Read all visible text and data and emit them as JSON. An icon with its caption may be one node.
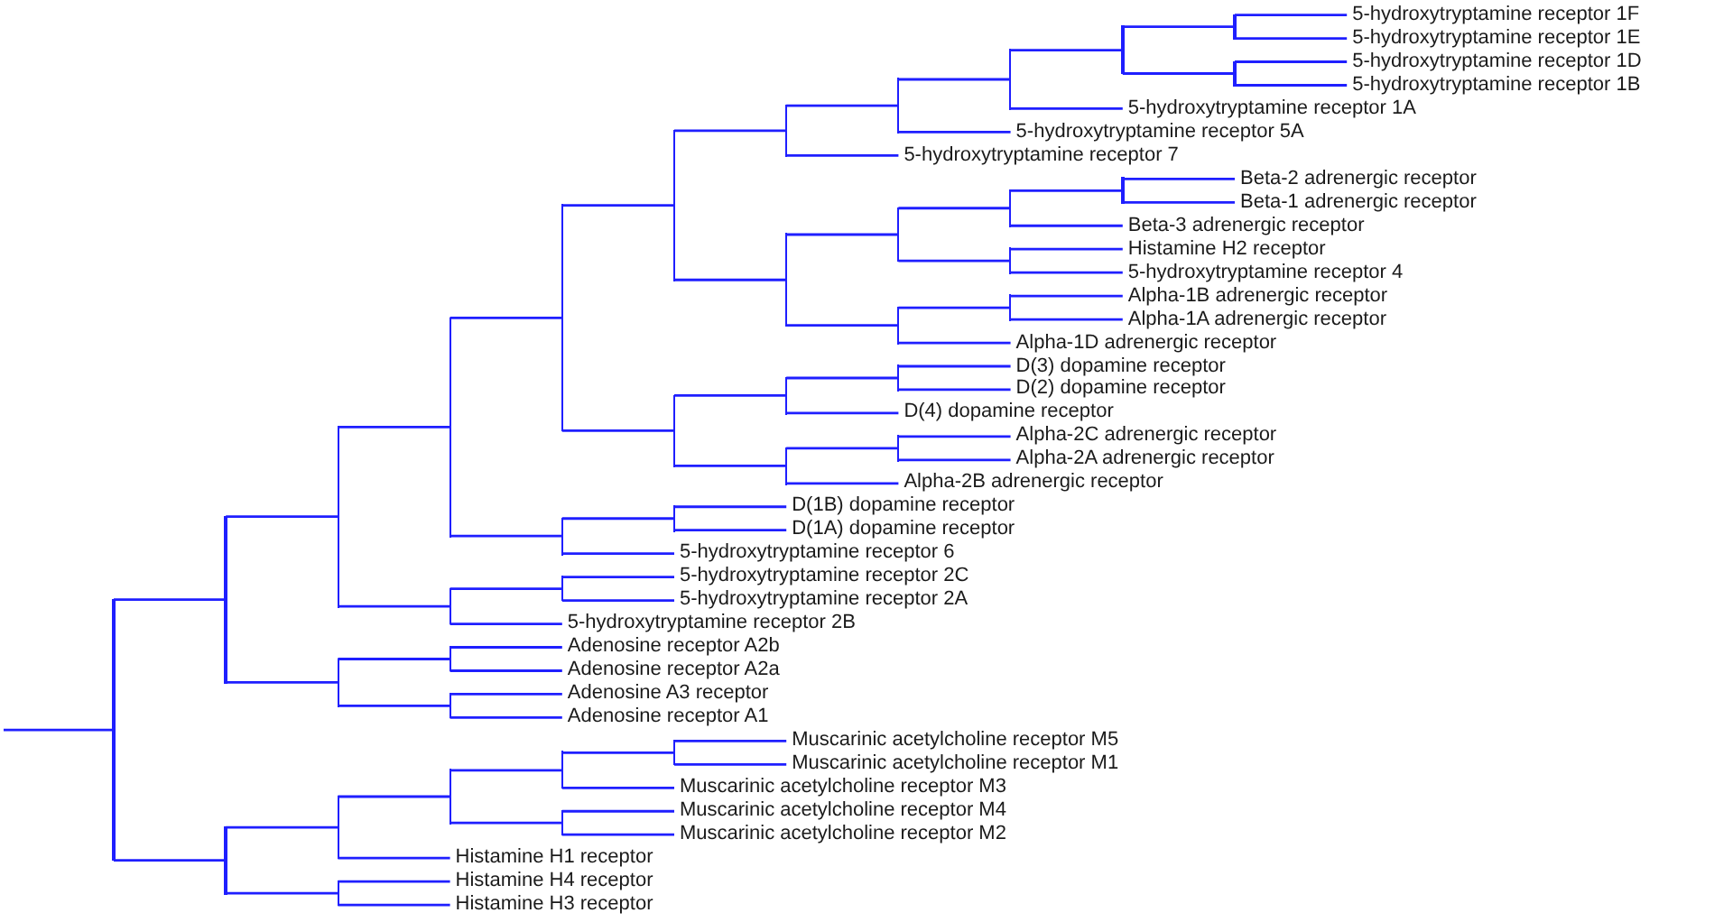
{
  "diagram": {
    "nodes": [
      {
        "text": [
          "5-hydroxytryptamine receptor 1F"
        ]
      },
      {
        "text": [
          "5-hydroxytryptamine receptor 1E"
        ]
      },
      {
        "text": [
          "5-hydroxytryptamine receptor 1D"
        ]
      },
      {
        "text": [
          "5-hydroxytryptamine receptor 1B"
        ]
      },
      {
        "text": [
          "5-hydroxytryptamine receptor 1A"
        ]
      },
      {
        "text": [
          "5-hydroxytryptamine receptor 5A"
        ]
      },
      {
        "text": [
          "5-hydroxytryptamine receptor 7"
        ]
      },
      {
        "text": [
          "Beta-2 adrenergic receptor"
        ]
      },
      {
        "text": [
          "Beta-1 adrenergic receptor"
        ]
      },
      {
        "text": [
          "Beta-3 adrenergic receptor"
        ]
      },
      {
        "text": [
          "Histamine H2 receptor"
        ]
      },
      {
        "text": [
          "5-hydroxytryptamine receptor 4"
        ]
      },
      {
        "text": [
          "Alpha-1B adrenergic receptor"
        ]
      },
      {
        "text": [
          "Alpha-1A adrenergic receptor"
        ]
      },
      {
        "text": [
          "Alpha-1D adrenergic receptor"
        ]
      },
      {
        "text": [
          "D(3) dopamine receptor"
        ]
      },
      {
        "text": [
          "D(2) dopamine receptor"
        ]
      },
      {
        "text": [
          "D(4) dopamine receptor"
        ]
      },
      {
        "text": [
          "Alpha-2C adrenergic receptor"
        ]
      },
      {
        "text": [
          "Alpha-2A adrenergic receptor"
        ]
      },
      {
        "text": [
          "Alpha-2B adrenergic receptor"
        ]
      },
      {
        "text": [
          "D(1B) dopamine receptor"
        ]
      },
      {
        "text": [
          "D(1A) dopamine receptor"
        ]
      },
      {
        "text": [
          "5-hydroxytryptamine receptor 6"
        ]
      },
      {
        "text": [
          "5-hydroxytryptamine receptor 2C"
        ]
      },
      {
        "text": [
          "5-hydroxytryptamine receptor 2A"
        ]
      },
      {
        "text": [
          "5-hydroxytryptamine receptor 2B"
        ]
      },
      {
        "text": [
          "Adenosine receptor A2b"
        ]
      },
      {
        "text": [
          "Adenosine receptor A2a"
        ]
      },
      {
        "text": [
          "Adenosine A3 receptor"
        ]
      },
      {
        "text": [
          "Adenosine receptor A1"
        ]
      },
      {
        "text": [
          "Muscarinic acetylcholine receptor M5"
        ]
      },
      {
        "text": [
          "Muscarinic acetylcholine receptor M1"
        ]
      },
      {
        "text": [
          "Muscarinic acetylcholine receptor M3"
        ]
      },
      {
        "text": [
          "Muscarinic acetylcholine receptor M4"
        ]
      },
      {
        "text": [
          "Muscarinic acetylcholine receptor M2"
        ]
      },
      {
        "text": [
          "Histamine H1 receptor"
        ]
      },
      {
        "text": [
          "Histamine H4 receptor"
        ]
      },
      {
        "text": [
          "Histamine H3 receptor"
        ]
      },
      {
        "text": [],
        "shape": "bar"
      },
      {
        "text": [],
        "shape": "bar"
      },
      {
        "text": [],
        "shape": "bar"
      },
      {
        "text": [],
        "shape": "bar"
      },
      {
        "text": [],
        "shape": "bar"
      },
      {
        "text": [],
        "shape": "bar"
      },
      {
        "text": [],
        "shape": "bar"
      },
      {
        "text": [],
        "shape": "bar"
      },
      {
        "text": [],
        "shape": "bar"
      },
      {
        "text": [],
        "shape": "bar"
      },
      {
        "text": [],
        "shape": "bar"
      },
      {
        "text": [],
        "shape": "bar"
      },
      {
        "text": [],
        "shape": "bar"
      },
      {
        "text": [],
        "shape": "bar"
      },
      {
        "text": [],
        "shape": "bar"
      },
      {
        "text": [],
        "shape": "bar"
      },
      {
        "text": [],
        "shape": "bar"
      },
      {
        "text": [],
        "shape": "bar"
      },
      {
        "text": [],
        "shape": "bar"
      },
      {
        "text": [],
        "shape": "bar"
      },
      {
        "text": [],
        "shape": "bar"
      },
      {
        "text": [],
        "shape": "bar"
      },
      {
        "text": [],
        "shape": "bar"
      },
      {
        "text": [],
        "shape": "bar"
      },
      {
        "text": [],
        "shape": "bar"
      },
      {
        "text": [],
        "shape": "bar"
      },
      {
        "text": [],
        "shape": "bar"
      },
      {
        "text": [],
        "shape": "bar"
      },
      {
        "text": [],
        "shape": "bar"
      },
      {
        "text": [],
        "shape": "bar"
      },
      {
        "text": [],
        "shape": "bar"
      },
      {
        "text": [],
        "shape": "bar"
      },
      {
        "text": [],
        "shape": "bar"
      },
      {
        "text": [],
        "shape": "bar"
      },
      {
        "text": [],
        "shape": "bar"
      },
      {
        "text": [],
        "shape": "bar"
      },
      {
        "text": [],
        "shape": "bar"
      },
      {
        "text": [],
        "shape": "bar"
      }
    ],
    "edges": [
      {
        "from": null,
        "to": 39,
        "arrow": "none"
      },
      {
        "from": 39,
        "to": 40,
        "arrow": "none"
      },
      {
        "from": 39,
        "to": 41,
        "arrow": "none"
      },
      {
        "from": 40,
        "to": 42,
        "arrow": "none"
      },
      {
        "from": 40,
        "to": 43,
        "arrow": "none"
      },
      {
        "from": 42,
        "to": 46,
        "arrow": "none"
      },
      {
        "from": 42,
        "to": 47,
        "arrow": "none"
      },
      {
        "from": 46,
        "to": 51,
        "arrow": "none"
      },
      {
        "from": 46,
        "to": 52,
        "arrow": "none"
      },
      {
        "from": 51,
        "to": 56,
        "arrow": "none"
      },
      {
        "from": 51,
        "to": 57,
        "arrow": "none"
      },
      {
        "from": 56,
        "to": 60,
        "arrow": "none"
      },
      {
        "from": 56,
        "to": 61,
        "arrow": "none"
      },
      {
        "from": 60,
        "to": 64,
        "arrow": "none"
      },
      {
        "from": 60,
        "to": 6,
        "arrow": "none"
      },
      {
        "from": 64,
        "to": 69,
        "arrow": "none"
      },
      {
        "from": 64,
        "to": 5,
        "arrow": "none"
      },
      {
        "from": 69,
        "to": 73,
        "arrow": "none"
      },
      {
        "from": 69,
        "to": 4,
        "arrow": "none"
      },
      {
        "from": 73,
        "to": 75,
        "arrow": "none"
      },
      {
        "from": 73,
        "to": 76,
        "arrow": "none"
      },
      {
        "from": 75,
        "to": 0,
        "arrow": "none"
      },
      {
        "from": 75,
        "to": 1,
        "arrow": "none"
      },
      {
        "from": 76,
        "to": 2,
        "arrow": "none"
      },
      {
        "from": 76,
        "to": 3,
        "arrow": "none"
      },
      {
        "from": 61,
        "to": 65,
        "arrow": "none"
      },
      {
        "from": 61,
        "to": 66,
        "arrow": "none"
      },
      {
        "from": 65,
        "to": 70,
        "arrow": "none"
      },
      {
        "from": 65,
        "to": 71,
        "arrow": "none"
      },
      {
        "from": 70,
        "to": 74,
        "arrow": "none"
      },
      {
        "from": 70,
        "to": 9,
        "arrow": "none"
      },
      {
        "from": 74,
        "to": 7,
        "arrow": "none"
      },
      {
        "from": 74,
        "to": 8,
        "arrow": "none"
      },
      {
        "from": 71,
        "to": 10,
        "arrow": "none"
      },
      {
        "from": 71,
        "to": 11,
        "arrow": "none"
      },
      {
        "from": 66,
        "to": 72,
        "arrow": "none"
      },
      {
        "from": 66,
        "to": 14,
        "arrow": "none"
      },
      {
        "from": 72,
        "to": 12,
        "arrow": "none"
      },
      {
        "from": 72,
        "to": 13,
        "arrow": "none"
      },
      {
        "from": 57,
        "to": 62,
        "arrow": "none"
      },
      {
        "from": 57,
        "to": 63,
        "arrow": "none"
      },
      {
        "from": 62,
        "to": 67,
        "arrow": "none"
      },
      {
        "from": 62,
        "to": 17,
        "arrow": "none"
      },
      {
        "from": 67,
        "to": 15,
        "arrow": "none"
      },
      {
        "from": 67,
        "to": 16,
        "arrow": "none"
      },
      {
        "from": 63,
        "to": 68,
        "arrow": "none"
      },
      {
        "from": 63,
        "to": 20,
        "arrow": "none"
      },
      {
        "from": 68,
        "to": 18,
        "arrow": "none"
      },
      {
        "from": 68,
        "to": 19,
        "arrow": "none"
      },
      {
        "from": 52,
        "to": 58,
        "arrow": "none"
      },
      {
        "from": 52,
        "to": 23,
        "arrow": "none"
      },
      {
        "from": 58,
        "to": 21,
        "arrow": "none"
      },
      {
        "from": 58,
        "to": 22,
        "arrow": "none"
      },
      {
        "from": 47,
        "to": 53,
        "arrow": "none"
      },
      {
        "from": 47,
        "to": 26,
        "arrow": "none"
      },
      {
        "from": 53,
        "to": 24,
        "arrow": "none"
      },
      {
        "from": 53,
        "to": 25,
        "arrow": "none"
      },
      {
        "from": 43,
        "to": 48,
        "arrow": "none"
      },
      {
        "from": 43,
        "to": 49,
        "arrow": "none"
      },
      {
        "from": 48,
        "to": 27,
        "arrow": "none"
      },
      {
        "from": 48,
        "to": 28,
        "arrow": "none"
      },
      {
        "from": 49,
        "to": 29,
        "arrow": "none"
      },
      {
        "from": 49,
        "to": 30,
        "arrow": "none"
      },
      {
        "from": 41,
        "to": 44,
        "arrow": "none"
      },
      {
        "from": 41,
        "to": 45,
        "arrow": "none"
      },
      {
        "from": 44,
        "to": 50,
        "arrow": "none"
      },
      {
        "from": 44,
        "to": 36,
        "arrow": "none"
      },
      {
        "from": 50,
        "to": 54,
        "arrow": "none"
      },
      {
        "from": 50,
        "to": 55,
        "arrow": "none"
      },
      {
        "from": 54,
        "to": 59,
        "arrow": "none"
      },
      {
        "from": 54,
        "to": 33,
        "arrow": "none"
      },
      {
        "from": 59,
        "to": 31,
        "arrow": "none"
      },
      {
        "from": 59,
        "to": 32,
        "arrow": "none"
      },
      {
        "from": 55,
        "to": 34,
        "arrow": "none"
      },
      {
        "from": 55,
        "to": 35,
        "arrow": "none"
      },
      {
        "from": 45,
        "to": 37,
        "arrow": "none"
      },
      {
        "from": 45,
        "to": 38,
        "arrow": "none"
      }
    ]
  }
}
